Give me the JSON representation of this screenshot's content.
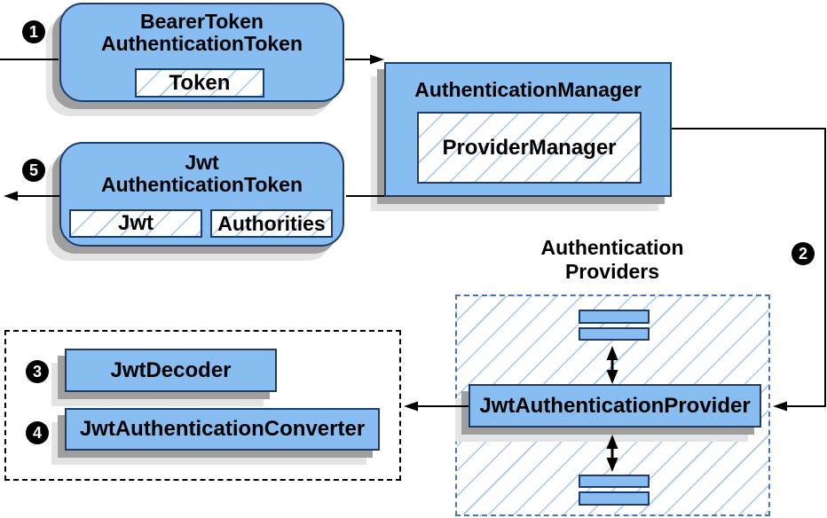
{
  "nodes": {
    "bearer_token": {
      "title_line1": "BearerToken",
      "title_line2": "AuthenticationToken",
      "field_token": "Token"
    },
    "authentication_manager": {
      "title": "AuthenticationManager",
      "field_provider_manager": "ProviderManager"
    },
    "jwt_authentication_token": {
      "title_line1": "Jwt",
      "title_line2": "AuthenticationToken",
      "field_jwt": "Jwt",
      "field_authorities": "Authorities"
    },
    "authentication_providers": {
      "heading_line1": "Authentication",
      "heading_line2": "Providers",
      "provider_label": "JwtAuthenticationProvider"
    },
    "jwt_decoder": {
      "label": "JwtDecoder"
    },
    "jwt_authentication_converter": {
      "label": "JwtAuthenticationConverter"
    }
  },
  "step_badges": {
    "step_1": "1",
    "step_2": "2",
    "step_3": "3",
    "step_4": "4",
    "step_5": "5"
  },
  "colors": {
    "node_fill": "#87bdf0",
    "node_border": "#1c3c6e",
    "hatch_line": "#a6c8ec",
    "providers_dash_border": "#4377b7",
    "group_dash_border": "#000000",
    "arrow": "#000000",
    "shadow_dark": "#9f9f9f",
    "shadow_light": "#e4e4e4",
    "badge_bg": "#000000",
    "badge_text": "#ffffff"
  }
}
